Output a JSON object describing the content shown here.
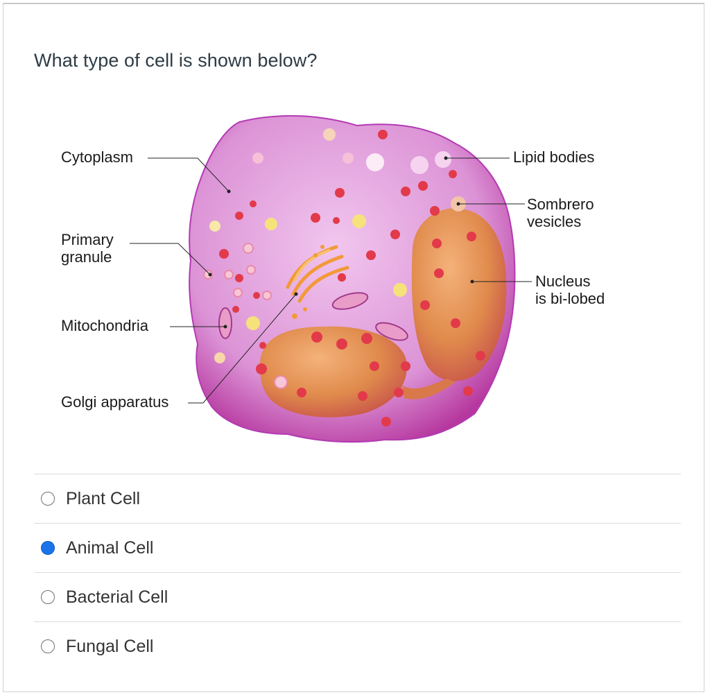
{
  "question": "What type of cell is shown below?",
  "diagram": {
    "labels": {
      "cytoplasm": "Cytoplasm",
      "primary_granule": "Primary\ngranule",
      "mitochondria": "Mitochondria",
      "golgi": "Golgi apparatus",
      "lipid_bodies": "Lipid bodies",
      "sombrero": "Sombrero\nvesicles",
      "nucleus": "Nucleus\nis bi-lobed"
    },
    "colors": {
      "cell_fill": "#e7a7e0",
      "cell_edge": "#b33ab3",
      "nucleus": "#e08a4c",
      "granule": "#e23a4a",
      "lipid": "#f4e17a"
    }
  },
  "options": [
    {
      "label": "Plant Cell",
      "selected": false
    },
    {
      "label": "Animal Cell",
      "selected": true
    },
    {
      "label": "Bacterial Cell",
      "selected": false
    },
    {
      "label": "Fungal Cell",
      "selected": false
    }
  ]
}
